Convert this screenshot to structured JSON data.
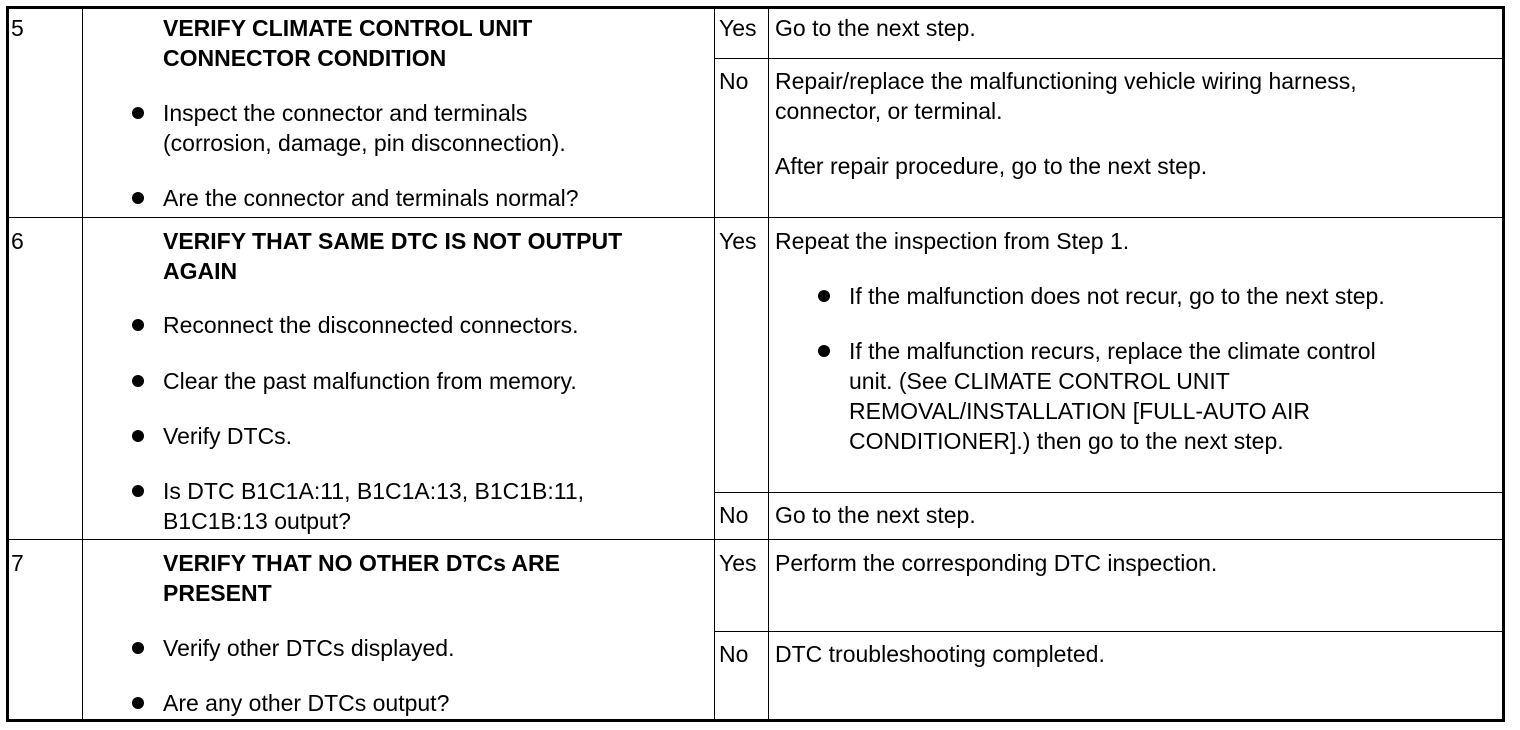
{
  "steps": [
    {
      "number": "5",
      "title_lines": [
        "VERIFY CLIMATE CONTROL UNIT",
        "CONNECTOR CONDITION"
      ],
      "bullets": [
        [
          "Inspect the connector and terminals",
          "(corrosion, damage, pin disconnection)."
        ],
        [
          "Are the connector and terminals normal?"
        ]
      ],
      "yes": {
        "label": "Yes",
        "lines": [
          "Go to the next step."
        ]
      },
      "no": {
        "label": "No",
        "lines": [
          "Repair/replace the malfunctioning vehicle wiring harness,",
          "connector, or terminal."
        ],
        "extra": [
          "After repair procedure, go to the next step."
        ]
      }
    },
    {
      "number": "6",
      "title_lines": [
        "VERIFY THAT SAME DTC IS NOT OUTPUT",
        "AGAIN"
      ],
      "bullets": [
        [
          "Reconnect the disconnected connectors."
        ],
        [
          "Clear the past malfunction from memory."
        ],
        [
          "Verify DTCs."
        ],
        [
          "Is DTC B1C1A:11, B1C1A:13, B1C1B:11,",
          "B1C1B:13 output?"
        ]
      ],
      "yes": {
        "label": "Yes",
        "lines": [
          "Repeat the inspection from Step 1."
        ],
        "bullets": [
          [
            "If the malfunction does not recur, go to the next step."
          ],
          [
            "If the malfunction recurs, replace the climate control",
            "unit. (See CLIMATE CONTROL UNIT",
            "REMOVAL/INSTALLATION [FULL-AUTO AIR",
            "CONDITIONER].) then go to the next step."
          ]
        ]
      },
      "no": {
        "label": "No",
        "lines": [
          "Go to the next step."
        ]
      }
    },
    {
      "number": "7",
      "title_lines": [
        "VERIFY THAT NO OTHER DTCs ARE",
        "PRESENT"
      ],
      "bullets": [
        [
          "Verify other DTCs displayed."
        ],
        [
          "Are any other DTCs output?"
        ]
      ],
      "yes": {
        "label": "Yes",
        "lines": [
          "Perform the corresponding DTC inspection."
        ]
      },
      "no": {
        "label": "No",
        "lines": [
          "DTC troubleshooting completed."
        ]
      }
    }
  ]
}
